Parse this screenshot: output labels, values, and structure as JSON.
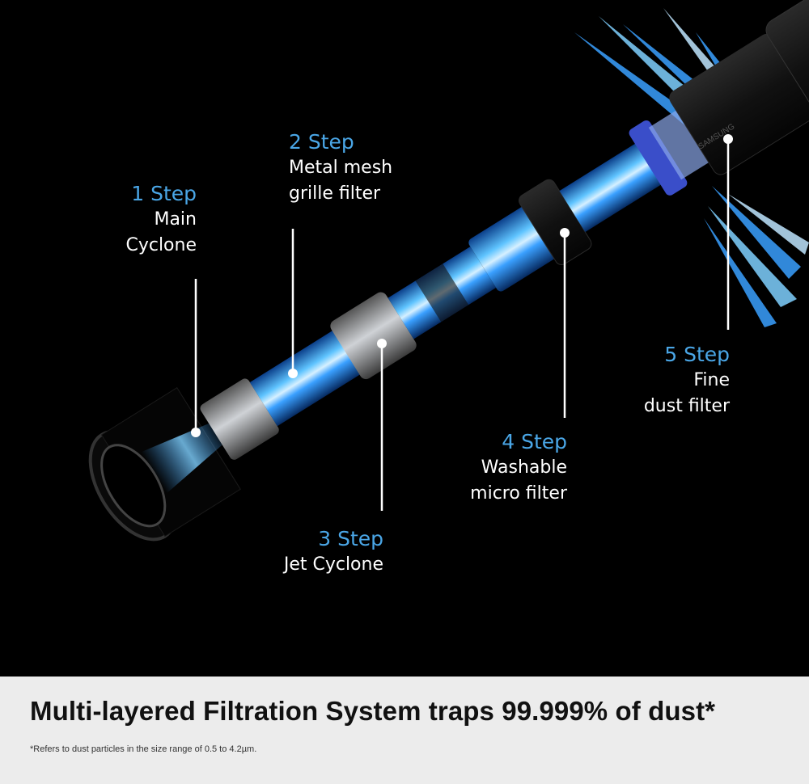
{
  "steps": [
    {
      "step": "1 Step",
      "desc_lines": [
        "Main",
        "Cyclone"
      ]
    },
    {
      "step": "2 Step",
      "desc_lines": [
        "Metal mesh",
        "grille filter"
      ]
    },
    {
      "step": "3 Step",
      "desc_lines": [
        "Jet Cyclone"
      ]
    },
    {
      "step": "4 Step",
      "desc_lines": [
        "Washable",
        "micro filter"
      ]
    },
    {
      "step": "5 Step",
      "desc_lines": [
        "Fine",
        "dust filter"
      ]
    }
  ],
  "brand_mark": "SAMSUNG",
  "footer": {
    "headline": "Multi-layered Filtration System traps 99.999% of dust*",
    "footnote": "*Refers to dust particles in the size range of 0.5 to 4.2µm."
  },
  "colors": {
    "step_accent": "#4aa6e6",
    "airflow": "#3aa0ff",
    "footer_bg": "#ececec"
  }
}
